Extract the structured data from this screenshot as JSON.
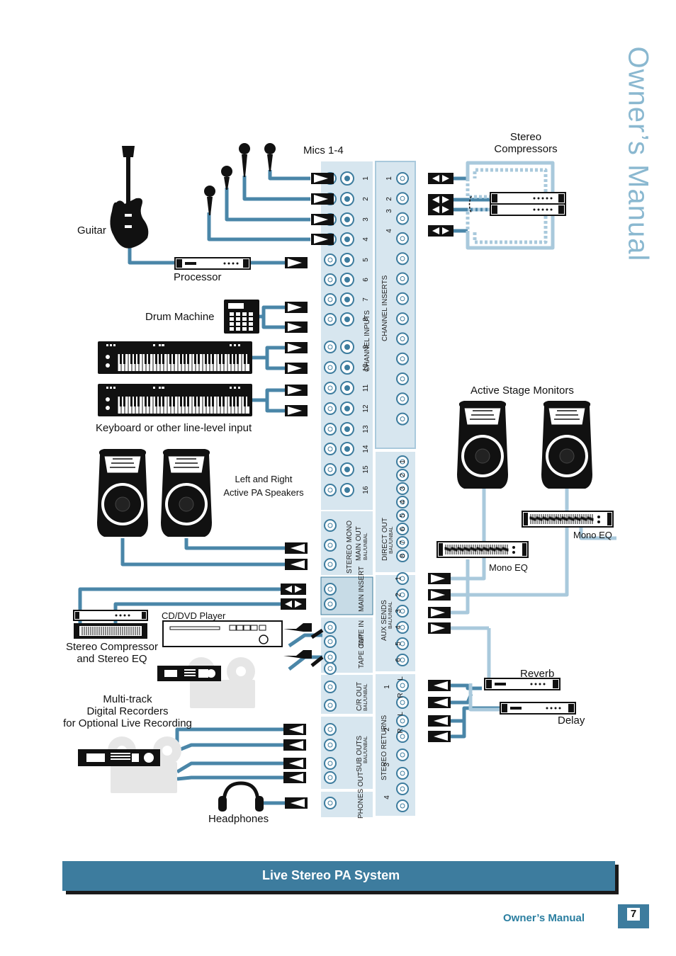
{
  "header": {
    "side_title": "Owner’s Manual"
  },
  "labels": {
    "mics": "Mics 1-4",
    "stereo_compressors": "Stereo\nCompressors",
    "guitar": "Guitar",
    "processor": "Processor",
    "drum_machine": "Drum Machine",
    "keyboard": "Keyboard or other line-level input",
    "active_stage_monitors": "Active Stage Monitors",
    "left_right_pa": "Left and Right\nActive PA Speakers",
    "mono_eq_1": "Mono EQ",
    "mono_eq_2": "Mono EQ",
    "cd_dvd": "CD/DVD Player",
    "stereo_comp_eq": "Stereo Compressor\nand Stereo EQ",
    "reverb": "Reverb",
    "delay": "Delay",
    "multitrack": "Multi-track\nDigital Recorders\nfor Optional Live Recording",
    "headphones": "Headphones"
  },
  "panel": {
    "channel_inputs": "CHANNEL INPUTS",
    "channel_inserts": "CHANNEL INSERTS",
    "stereo_mono": "STEREO MONO",
    "main_out": "MAIN OUT",
    "bal_unbal": "BAL/UNBAL",
    "direct_out": "DIRECT OUT",
    "main_insert": "MAIN INSERT",
    "aux_sends": "AUX SENDS",
    "tape_in": "TAPE IN",
    "tape_out": "TAPE OUT",
    "cr_out": "C/R OUT",
    "stereo_returns": "STEREO RETURNS",
    "sub_outs": "SUB OUTS",
    "phones_out": "PHONES OUT",
    "input_numbers": [
      "1",
      "2",
      "3",
      "4",
      "5",
      "6",
      "7",
      "8",
      "9",
      "10",
      "11",
      "12",
      "13",
      "14",
      "15",
      "16"
    ],
    "insert_numbers": [
      "1",
      "2",
      "3",
      "4"
    ],
    "direct_numbers": [
      "1",
      "2",
      "3",
      "4",
      "5",
      "6",
      "7",
      "8"
    ],
    "aux_numbers": [
      "1",
      "2",
      "3",
      "4",
      "5",
      "6"
    ],
    "return_numbers": [
      "1",
      "2",
      "3",
      "4"
    ],
    "return_lr": [
      "L",
      "R",
      "L",
      "R"
    ]
  },
  "banner": {
    "title": "Live Stereo PA System"
  },
  "footer": {
    "label": "Owner’s Manual",
    "page": "7"
  },
  "colors": {
    "cable_dark": "#4a86a8",
    "cable_light": "#a9c9dc",
    "panel": "#d7e6ef",
    "accent": "#3d7c9e"
  }
}
